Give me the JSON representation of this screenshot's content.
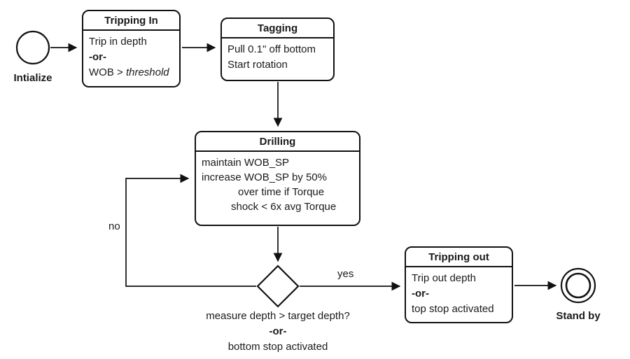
{
  "diagram": {
    "initial": {
      "label": "Intialize"
    },
    "final": {
      "label": "Stand by"
    },
    "states": {
      "tripping_in": {
        "title": "Tripping In",
        "line1": "Trip in depth",
        "line2": "-or-",
        "line3_prefix": "WOB > ",
        "line3_italic": "threshold"
      },
      "tagging": {
        "title": "Tagging",
        "line1": "Pull 0.1\" off bottom",
        "line2": "Start rotation"
      },
      "drilling": {
        "title": "Drilling",
        "line1": "maintain WOB_SP",
        "line2": "increase WOB_SP by 50%",
        "line3": "over time if Torque",
        "line4": "shock < 6x avg Torque"
      },
      "tripping_out": {
        "title": "Tripping out",
        "line1": "Trip out depth",
        "line2": "-or-",
        "line3": "top stop activated"
      }
    },
    "decision": {
      "question_line1": "measure depth > target depth?",
      "question_line2": "-or-",
      "question_line3": "bottom stop activated"
    },
    "edges": {
      "yes_label": "yes",
      "no_label": "no"
    },
    "colors": {
      "stroke": "#111111",
      "fill": "#ffffff",
      "background": "#ffffff"
    }
  }
}
